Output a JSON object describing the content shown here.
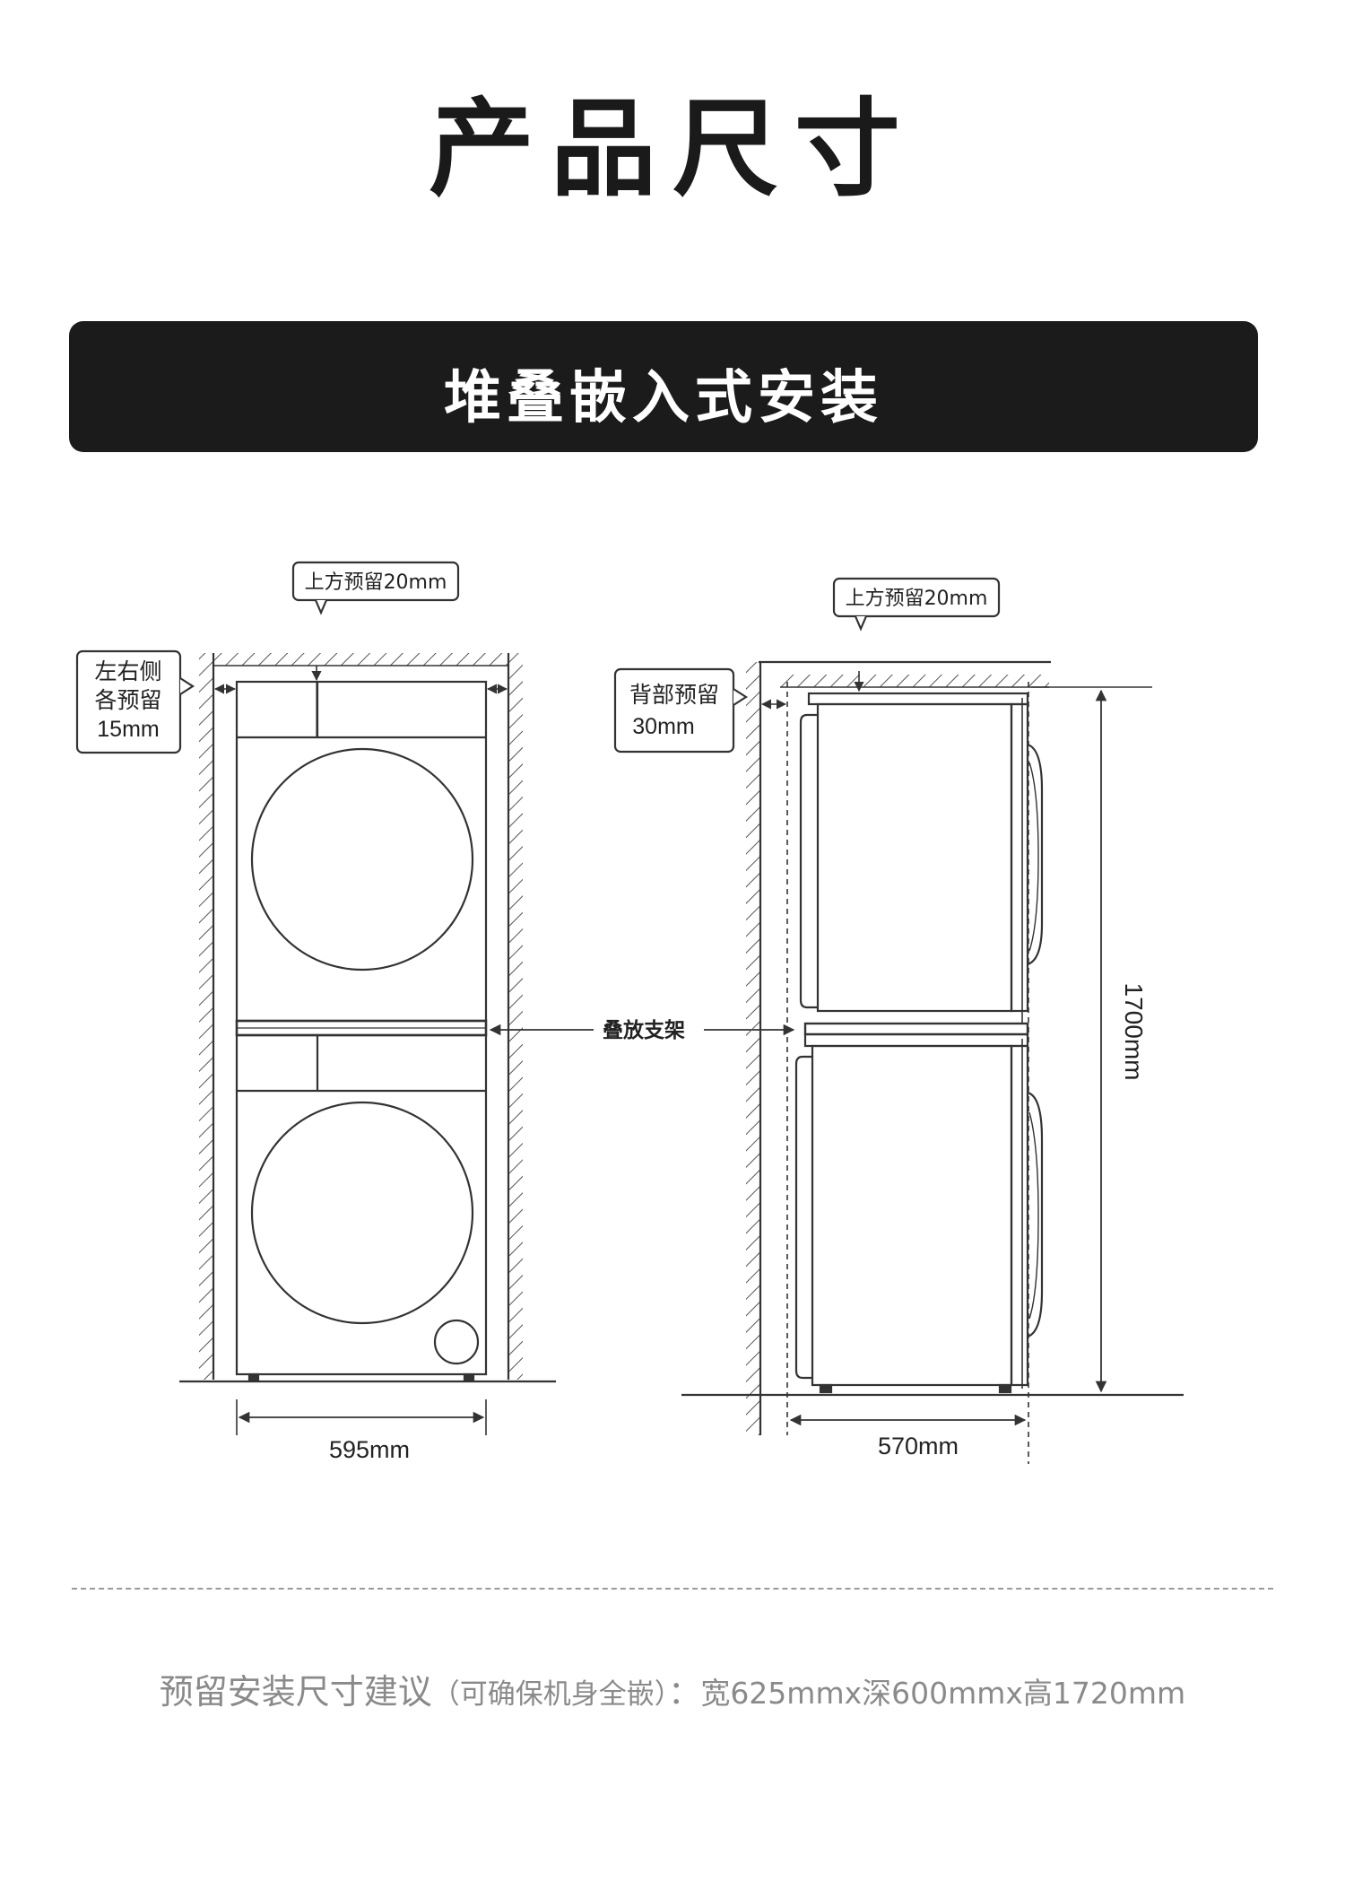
{
  "page": {
    "title": "产品尺寸",
    "banner": "堆叠嵌入式安装"
  },
  "front_view": {
    "top_clearance": "上方预留20mm",
    "side_clearance": [
      "左右侧",
      "各预留",
      "15mm"
    ],
    "width": "595mm"
  },
  "side_view": {
    "top_clearance": "上方预留20mm",
    "back_clearance": [
      "背部预留",
      "30mm"
    ],
    "stacking_bracket": "叠放支架",
    "height": "1700mm",
    "depth": "570mm"
  },
  "footer": {
    "label": "预留安装尺寸建议",
    "note": "（可确保机身全嵌）",
    "separator": "：",
    "dims": "宽625mmx深600mmx高1720mm"
  },
  "colors": {
    "banner_bg": "#1b1b1b",
    "line": "#333333",
    "footer_text": "#8a8a8a"
  }
}
